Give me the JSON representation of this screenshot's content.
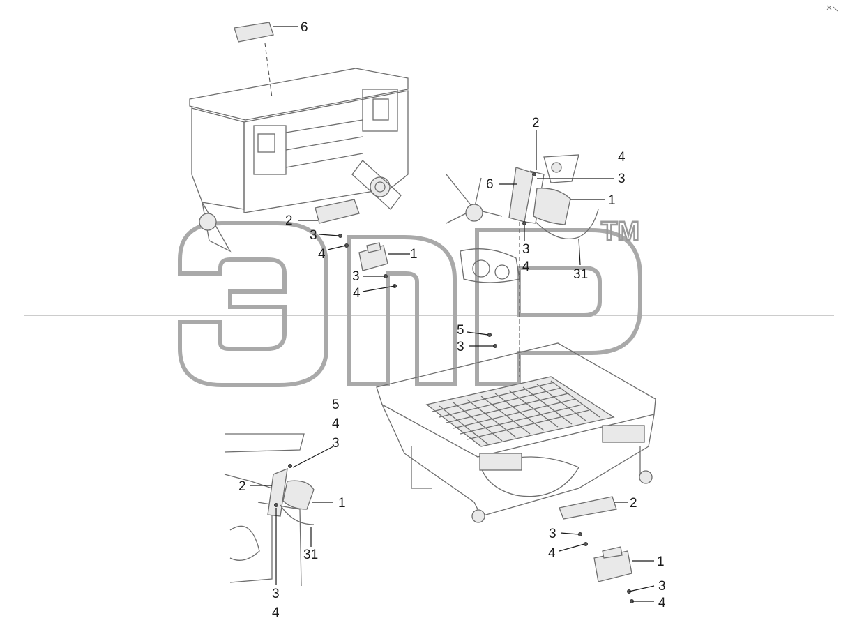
{
  "drawing": {
    "labels": {
      "a_6": "6",
      "a_2": "2",
      "a_3a": "3",
      "a_4a": "4",
      "a_1": "1",
      "a_3b": "3",
      "a_4b": "4",
      "b_2": "2",
      "b_4": "4",
      "b_6": "6",
      "b_3a": "3",
      "b_1": "1",
      "b_3b": "3",
      "b_4b": "4",
      "b_31": "31",
      "c_5": "5",
      "c_3": "3",
      "d_5": "5",
      "d_4": "4",
      "d_3": "3",
      "d_2": "2",
      "d_1": "1",
      "d_31": "31",
      "d_3b": "3",
      "d_4b": "4",
      "e_2": "2",
      "e_3a": "3",
      "e_4a": "4",
      "e_1": "1",
      "e_3b": "3",
      "e_4b": "4"
    },
    "watermark": {
      "trademark": "TM"
    }
  }
}
